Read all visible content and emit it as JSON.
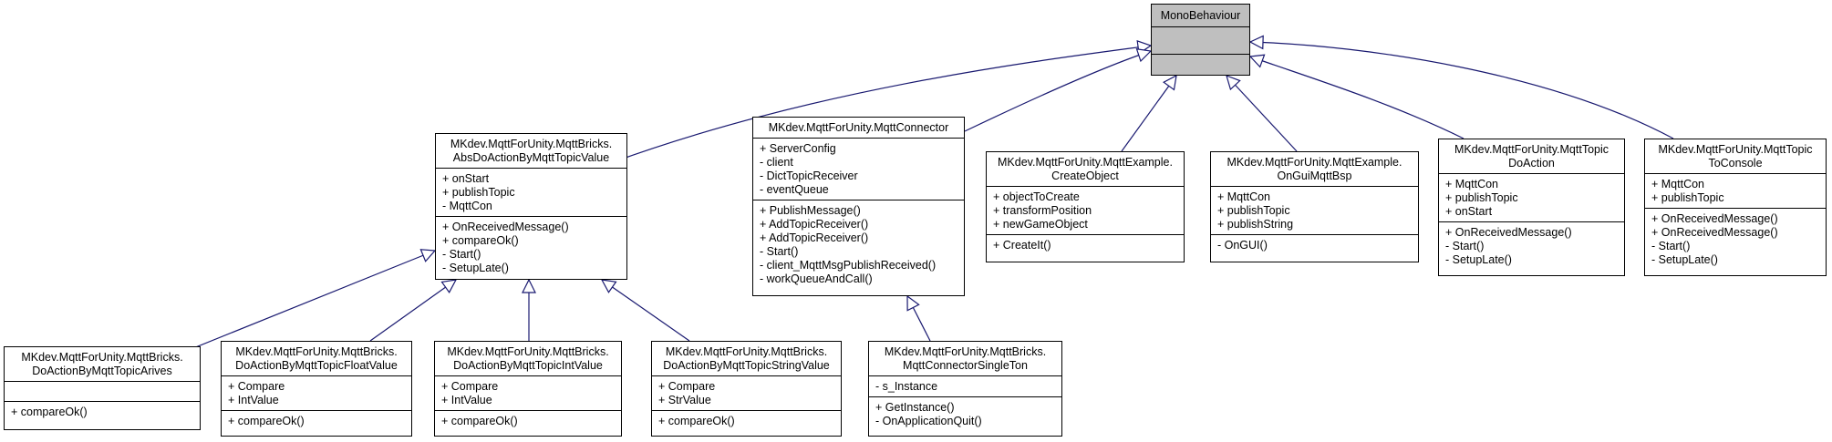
{
  "classes": [
    {
      "id": "mono",
      "title": [
        "MonoBehaviour"
      ],
      "attrs": [],
      "ops": []
    },
    {
      "id": "absdo",
      "title": [
        "MKdev.MqttForUnity.MqttBricks.",
        "AbsDoActionByMqttTopicValue"
      ],
      "attrs": [
        "+ onStart",
        "+ publishTopic",
        "- MqttCon"
      ],
      "ops": [
        "+ OnReceivedMessage()",
        "+ compareOk()",
        "- Start()",
        "- SetupLate()"
      ]
    },
    {
      "id": "connector",
      "title": [
        "MKdev.MqttForUnity.MqttConnector"
      ],
      "attrs": [
        "+ ServerConfig",
        "- client",
        "- DictTopicReceiver",
        "- eventQueue"
      ],
      "ops": [
        "+ PublishMessage()",
        "+ AddTopicReceiver()",
        "+ AddTopicReceiver()",
        "- Start()",
        "- client_MqttMsgPublishReceived()",
        "- workQueueAndCall()"
      ]
    },
    {
      "id": "createobj",
      "title": [
        "MKdev.MqttForUnity.MqttExample.",
        "CreateObject"
      ],
      "attrs": [
        "+ objectToCreate",
        "+ transformPosition",
        "+ newGameObject"
      ],
      "ops": [
        "+ CreateIt()"
      ]
    },
    {
      "id": "ongui",
      "title": [
        "MKdev.MqttForUnity.MqttExample.",
        "OnGuiMqttBsp"
      ],
      "attrs": [
        "+ MqttCon",
        "+ publishTopic",
        "+ publishString"
      ],
      "ops": [
        "- OnGUI()"
      ]
    },
    {
      "id": "doaction",
      "title": [
        "MKdev.MqttForUnity.MqttTopic",
        "DoAction"
      ],
      "attrs": [
        "+ MqttCon",
        "+ publishTopic",
        "+ onStart"
      ],
      "ops": [
        "+ OnReceivedMessage()",
        "- Start()",
        "- SetupLate()"
      ]
    },
    {
      "id": "toconsole",
      "title": [
        "MKdev.MqttForUnity.MqttTopic",
        "ToConsole"
      ],
      "attrs": [
        "+ MqttCon",
        "+ publishTopic"
      ],
      "ops": [
        "+ OnReceivedMessage()",
        "+ OnReceivedMessage()",
        "- Start()",
        "- SetupLate()"
      ]
    },
    {
      "id": "arives",
      "title": [
        "MKdev.MqttForUnity.MqttBricks.",
        "DoActionByMqttTopicArives"
      ],
      "attrs": [],
      "ops": [
        "+ compareOk()"
      ]
    },
    {
      "id": "floatv",
      "title": [
        "MKdev.MqttForUnity.MqttBricks.",
        "DoActionByMqttTopicFloatValue"
      ],
      "attrs": [
        "+ Compare",
        "+ IntValue"
      ],
      "ops": [
        "+ compareOk()"
      ]
    },
    {
      "id": "intv",
      "title": [
        "MKdev.MqttForUnity.MqttBricks.",
        "DoActionByMqttTopicIntValue"
      ],
      "attrs": [
        "+ Compare",
        "+ IntValue"
      ],
      "ops": [
        "+ compareOk()"
      ]
    },
    {
      "id": "strv",
      "title": [
        "MKdev.MqttForUnity.MqttBricks.",
        "DoActionByMqttTopicStringValue"
      ],
      "attrs": [
        "+ Compare",
        "+ StrValue"
      ],
      "ops": [
        "+ compareOk()"
      ]
    },
    {
      "id": "singleton",
      "title": [
        "MKdev.MqttForUnity.MqttBricks.",
        "MqttConnectorSingleTon"
      ],
      "attrs": [
        "- s_Instance"
      ],
      "ops": [
        "+ GetInstance()",
        "- OnApplicationQuit()"
      ]
    }
  ],
  "inheritance": [
    {
      "child": "absdo",
      "parent": "mono"
    },
    {
      "child": "connector",
      "parent": "mono"
    },
    {
      "child": "createobj",
      "parent": "mono"
    },
    {
      "child": "ongui",
      "parent": "mono"
    },
    {
      "child": "doaction",
      "parent": "mono"
    },
    {
      "child": "toconsole",
      "parent": "mono"
    },
    {
      "child": "arives",
      "parent": "absdo"
    },
    {
      "child": "floatv",
      "parent": "absdo"
    },
    {
      "child": "intv",
      "parent": "absdo"
    },
    {
      "child": "strv",
      "parent": "absdo"
    },
    {
      "child": "singleton",
      "parent": "connector"
    }
  ],
  "colors": {
    "root_fill": "#bfbfbf",
    "box_fill": "#ffffff",
    "edge": "#191970",
    "border": "#000000"
  }
}
